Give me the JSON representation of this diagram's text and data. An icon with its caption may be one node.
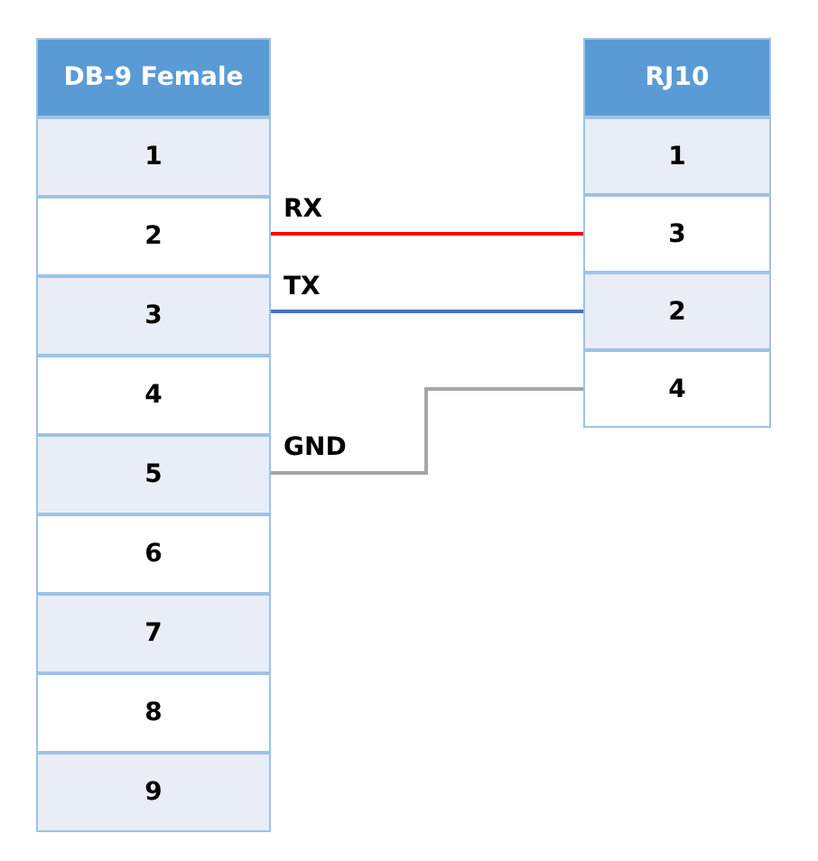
{
  "diagram": {
    "nodes": [
      {
        "text": [
          "DB-9 Female"
        ]
      },
      {
        "text": [
          "1"
        ]
      },
      {
        "text": [
          "2"
        ]
      },
      {
        "text": [
          "3"
        ]
      },
      {
        "text": [
          "4"
        ]
      },
      {
        "text": [
          "5"
        ]
      },
      {
        "text": [
          "6"
        ]
      },
      {
        "text": [
          "7"
        ]
      },
      {
        "text": [
          "8"
        ]
      },
      {
        "text": [
          "9"
        ]
      },
      {
        "text": [
          "RJ10"
        ]
      },
      {
        "text": [
          "1"
        ]
      },
      {
        "text": [
          "3"
        ]
      },
      {
        "text": [
          "2"
        ]
      },
      {
        "text": [
          "4"
        ]
      }
    ],
    "edges": [
      {
        "from": 2,
        "to": 12,
        "arrow": "none",
        "label": "RX",
        "color": "#ff0000"
      },
      {
        "from": 3,
        "to": 13,
        "arrow": "none",
        "label": "TX",
        "color": "#4472c4"
      },
      {
        "from": 5,
        "to": 14,
        "arrow": "none",
        "label": "GND",
        "color": "#a6a6a6"
      }
    ]
  }
}
